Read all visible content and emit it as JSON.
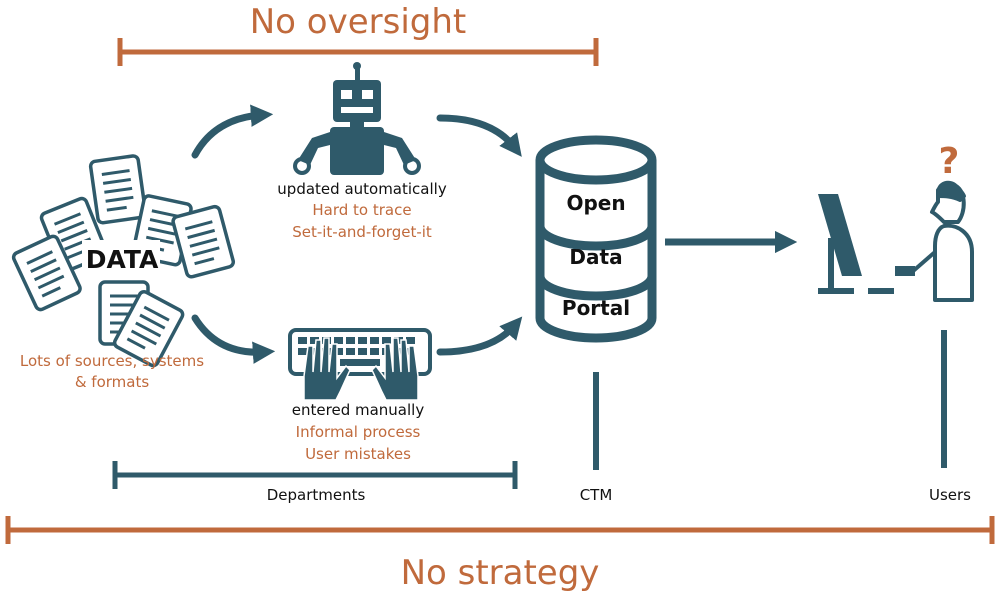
{
  "colors": {
    "teal": "#2f5a6a",
    "orange": "#c06a3c",
    "text": "#111111"
  },
  "top_label": "No oversight",
  "bottom_label": "No strategy",
  "data_cluster": {
    "label": "DATA",
    "caption_line1": "Lots of sources, systems",
    "caption_line2": "& formats"
  },
  "automatic": {
    "title": "updated automatically",
    "issue1": "Hard to trace",
    "issue2": "Set-it-and-forget-it"
  },
  "manual": {
    "title": "entered manually",
    "issue1": "Informal process",
    "issue2": "User mistakes"
  },
  "portal": {
    "words": [
      "Open",
      "Data",
      "Portal"
    ]
  },
  "bottom_labels": {
    "departments": "Departments",
    "ctm": "CTM",
    "users": "Users"
  },
  "question_mark": "?",
  "icons": [
    "document-icon",
    "robot-icon",
    "keyboard-icon",
    "hands-icon",
    "database-icon",
    "monitor-icon",
    "user-icon",
    "arrow-icon"
  ]
}
